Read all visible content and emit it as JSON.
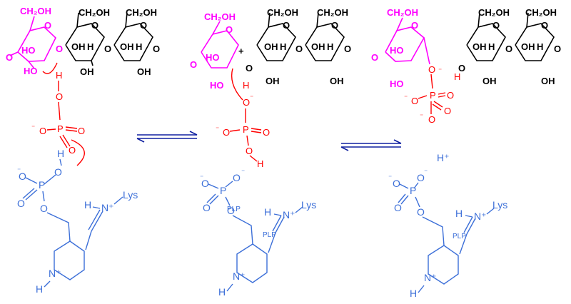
{
  "colors": {
    "sugar_terminal": "#ff00ff",
    "sugar_chain": "#000000",
    "phosphate": "#ff0000",
    "plp": "#3c6fd8",
    "equilibrium_arrows": "#1020a0"
  },
  "labels": {
    "ch2oh": "CH₂OH",
    "o": "O",
    "ho": "HO",
    "oh": "OH",
    "h": "H",
    "p": "P",
    "minus": "⁻",
    "plus": "+",
    "lys": "Lys",
    "plp": "PLP",
    "nh_plus": "N⁺",
    "h_plus": "H⁺"
  }
}
